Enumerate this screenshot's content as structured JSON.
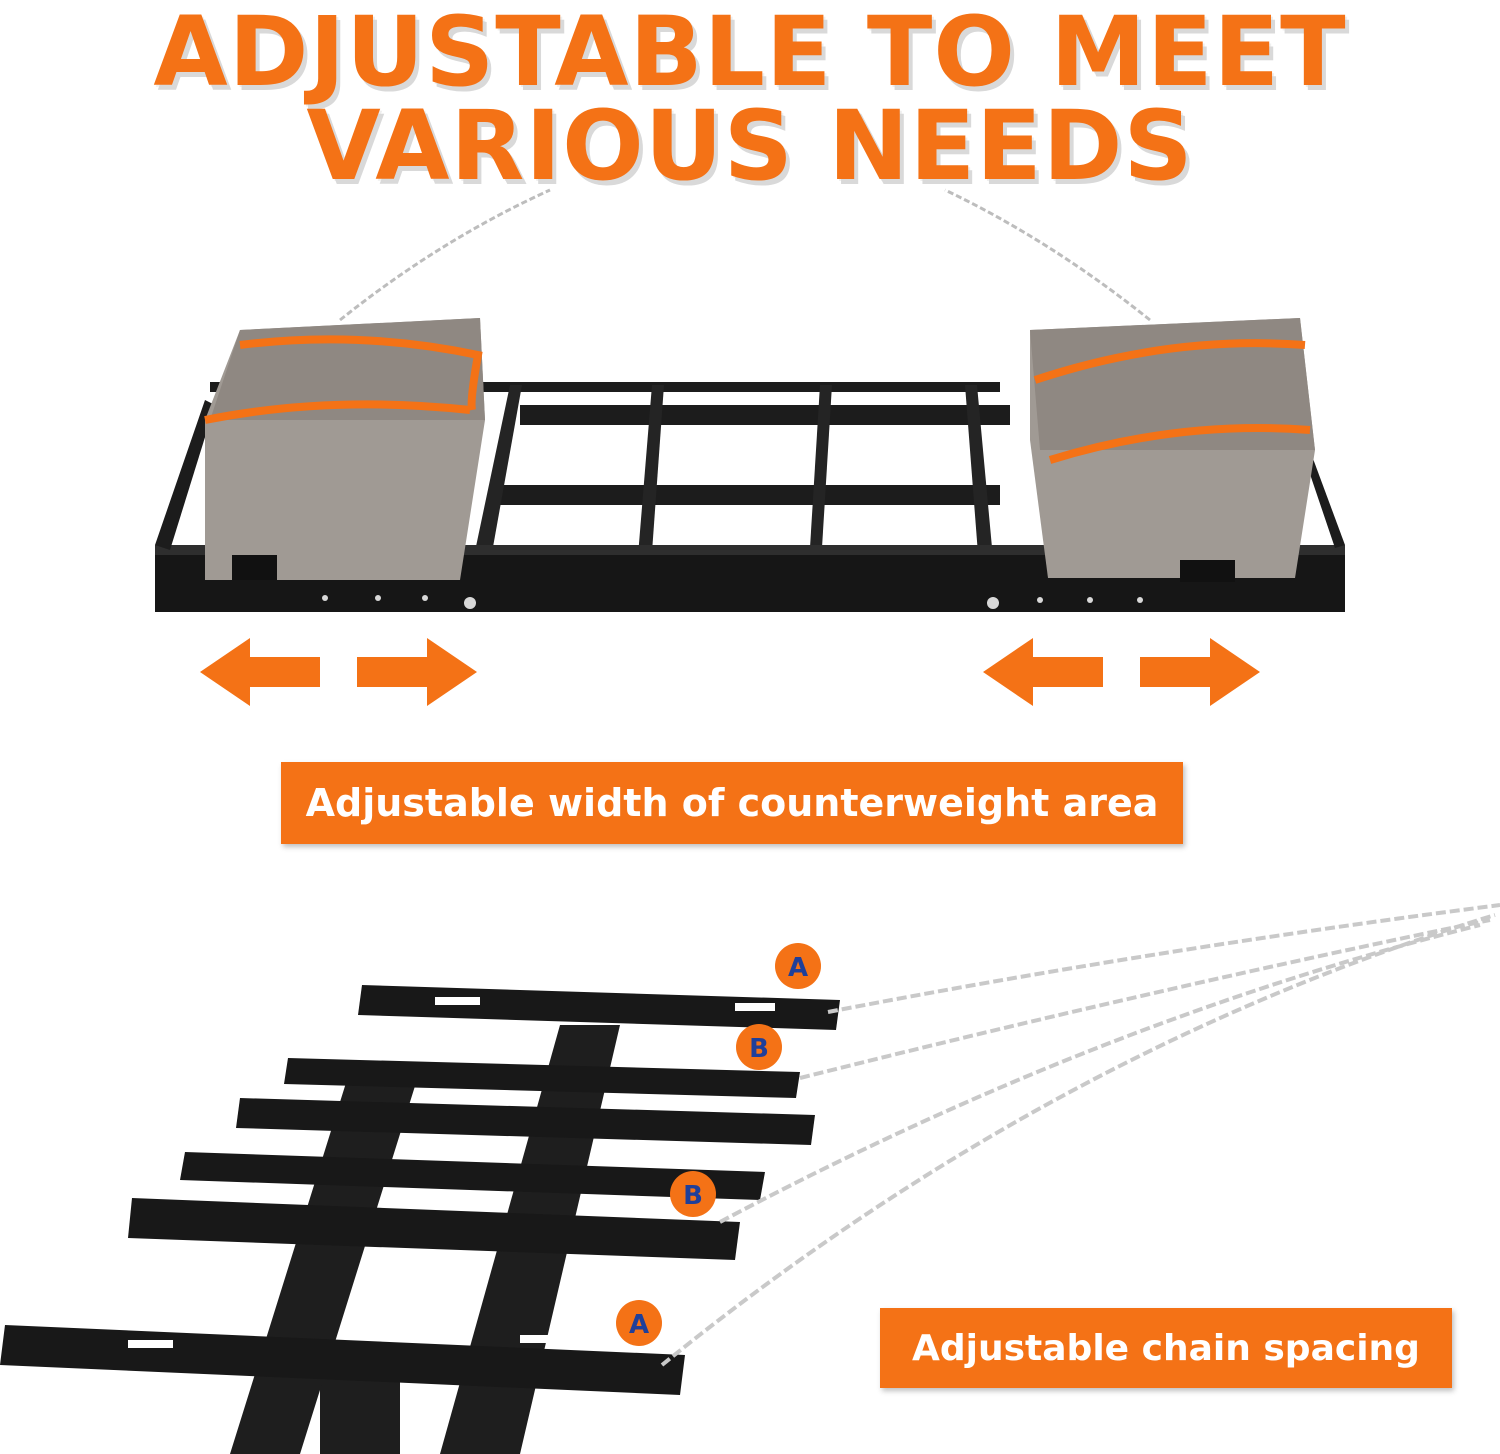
{
  "headline": {
    "line1": "ADJUSTABLE TO MEET",
    "line2": "VARIOUS NEEDS"
  },
  "labels": {
    "counterweight_width": "Adjustable width of counterweight area",
    "chain_spacing": "Adjustable chain spacing"
  },
  "chain_markers": [
    "A",
    "B",
    "B",
    "A"
  ],
  "icons": [
    "arrow-left-icon",
    "arrow-right-icon"
  ],
  "colors": {
    "accent": "#f47216",
    "marker_text": "#1f3f9a",
    "frame": "#1a1a1a",
    "chain": "#c8c8c8",
    "block": "#9c9791"
  }
}
